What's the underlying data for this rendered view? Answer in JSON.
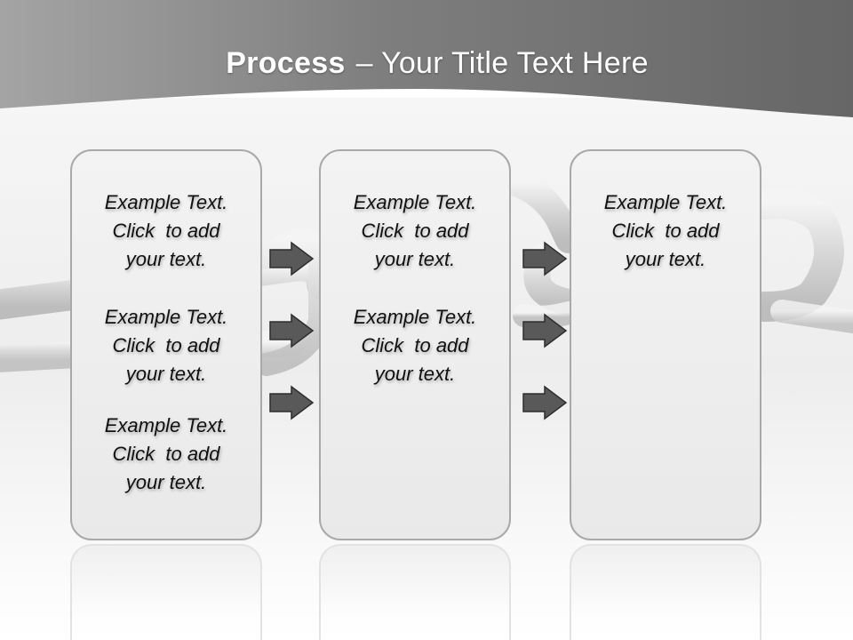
{
  "title": {
    "bold": "Process",
    "rest": "– Your Title Text Here"
  },
  "columns": [
    {
      "blocks": [
        {
          "lines": [
            "Example Text.",
            "Click  to add",
            "your text."
          ]
        },
        {
          "lines": [
            "Example Text.",
            "Click  to add",
            "your text."
          ]
        },
        {
          "lines": [
            "Example Text.",
            "Click  to add",
            "your text."
          ]
        }
      ]
    },
    {
      "blocks": [
        {
          "lines": [
            "Example Text.",
            "Click  to add",
            "your text."
          ]
        },
        {
          "lines": [
            "Example Text.",
            "Click  to add",
            "your text."
          ]
        }
      ]
    },
    {
      "blocks": [
        {
          "lines": [
            "Example Text.",
            "Click  to add",
            "your text."
          ]
        }
      ]
    }
  ],
  "colors": {
    "header_dark": "#6b6b6b",
    "header_light": "#a4a4a4",
    "arrow_fill": "#595959",
    "box_border": "#a9a9a9"
  },
  "icons": [
    "arrow-right-icon",
    "chain-link-icon"
  ]
}
